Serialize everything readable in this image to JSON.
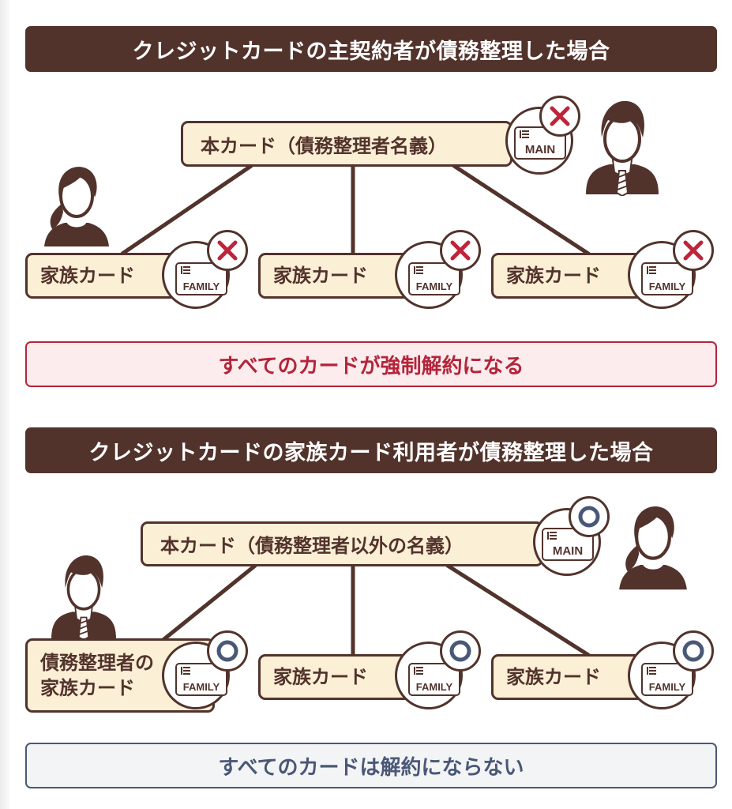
{
  "colors": {
    "brown": "#52332c",
    "cream": "#fbefd5",
    "red": "#b3253a",
    "blue": "#4a5877"
  },
  "sections": [
    {
      "header": "クレジットカードの主契約者が債務整理した場合",
      "main_card": {
        "label": "本カード（債務整理者名義）",
        "card_text": "MAIN",
        "status": "cross-icon",
        "owner_icon": "man-person-icon"
      },
      "family_cards": [
        {
          "label": "家族カード",
          "card_text": "FAMILY",
          "status": "cross-icon"
        },
        {
          "label": "家族カード",
          "card_text": "FAMILY",
          "status": "cross-icon"
        },
        {
          "label": "家族カード",
          "card_text": "FAMILY",
          "status": "cross-icon"
        }
      ],
      "other_person_icon": "woman-person-icon",
      "result": "すべてのカードが強制解約になる"
    },
    {
      "header": "クレジットカードの家族カード利用者が債務整理した場合",
      "main_card": {
        "label": "本カード（債務整理者以外の名義）",
        "card_text": "MAIN",
        "status": "circle-icon",
        "owner_icon": "woman-person-icon"
      },
      "family_cards": [
        {
          "label_line1": "債務整理者の",
          "label_line2": "家族カード",
          "card_text": "FAMILY",
          "status": "circle-icon"
        },
        {
          "label": "家族カード",
          "card_text": "FAMILY",
          "status": "circle-icon"
        },
        {
          "label": "家族カード",
          "card_text": "FAMILY",
          "status": "circle-icon"
        }
      ],
      "other_person_icon": "man-person-icon",
      "result": "すべてのカードは解約にならない"
    }
  ]
}
